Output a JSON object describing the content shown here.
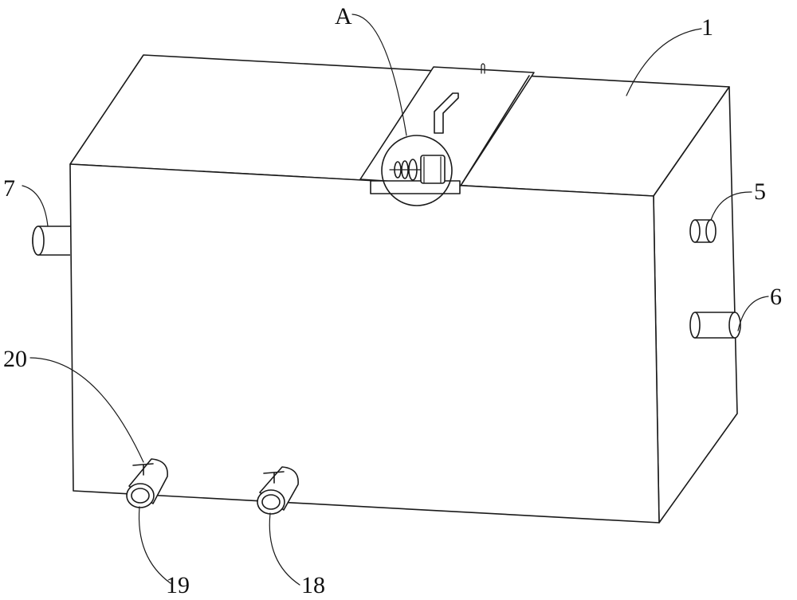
{
  "labels": {
    "tank": "1",
    "detail_a": "A",
    "pipe_5": "5",
    "pipe_6": "6",
    "pipe_7": "7",
    "pipe_18": "18",
    "pipe_19": "19",
    "valve_20": "20"
  }
}
